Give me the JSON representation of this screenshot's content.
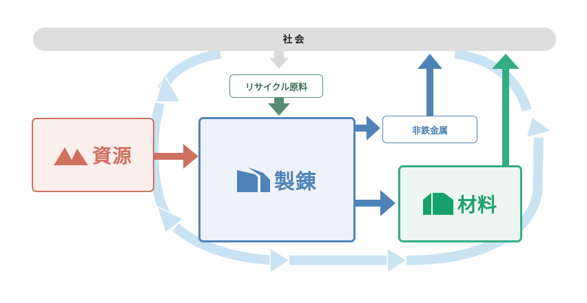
{
  "society": {
    "label": "社会"
  },
  "recycle": {
    "label": "リサイクル原料"
  },
  "resources": {
    "label": "資源",
    "icon": "mountain-icon"
  },
  "smelting": {
    "label": "製錬",
    "icon": "factory-icon"
  },
  "nonferrous": {
    "label": "非鉄金属"
  },
  "materials": {
    "label": "材料",
    "icon": "building-icon"
  },
  "colors": {
    "resources": "#d07060",
    "smelting": "#4f83b8",
    "materials": "#1f9e6e",
    "recycle": "#5a8c75",
    "cycle": "#c9e3f3",
    "society": "#dedede"
  }
}
